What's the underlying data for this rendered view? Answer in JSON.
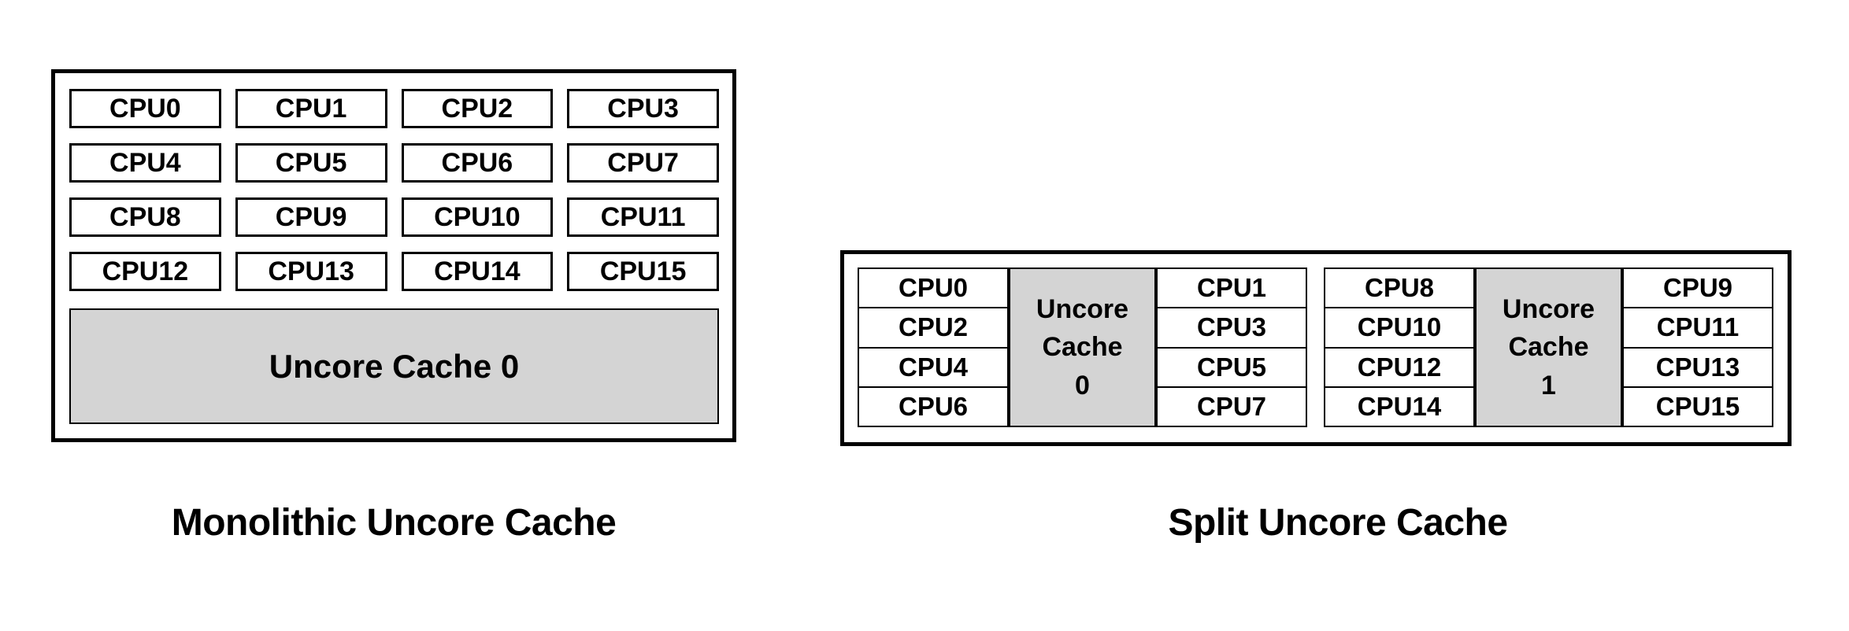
{
  "colors": {
    "background": "#ffffff",
    "border": "#000000",
    "cache_fill": "#d4d4d4",
    "text": "#000000"
  },
  "monolithic": {
    "grid": [
      [
        "CPU0",
        "CPU1",
        "CPU2",
        "CPU3"
      ],
      [
        "CPU4",
        "CPU5",
        "CPU6",
        "CPU7"
      ],
      [
        "CPU8",
        "CPU9",
        "CPU10",
        "CPU11"
      ],
      [
        "CPU12",
        "CPU13",
        "CPU14",
        "CPU15"
      ]
    ],
    "cache_label": "Uncore Cache 0"
  },
  "split": {
    "groups": [
      {
        "left_column": [
          "CPU0",
          "CPU2",
          "CPU4",
          "CPU6"
        ],
        "cache_label": "Uncore\nCache\n0",
        "right_column": [
          "CPU1",
          "CPU3",
          "CPU5",
          "CPU7"
        ]
      },
      {
        "left_column": [
          "CPU8",
          "CPU10",
          "CPU12",
          "CPU14"
        ],
        "cache_label": "Uncore\nCache\n1",
        "right_column": [
          "CPU9",
          "CPU11",
          "CPU13",
          "CPU15"
        ]
      }
    ]
  },
  "captions": {
    "monolithic": "Monolithic Uncore Cache",
    "split": "Split Uncore Cache"
  }
}
